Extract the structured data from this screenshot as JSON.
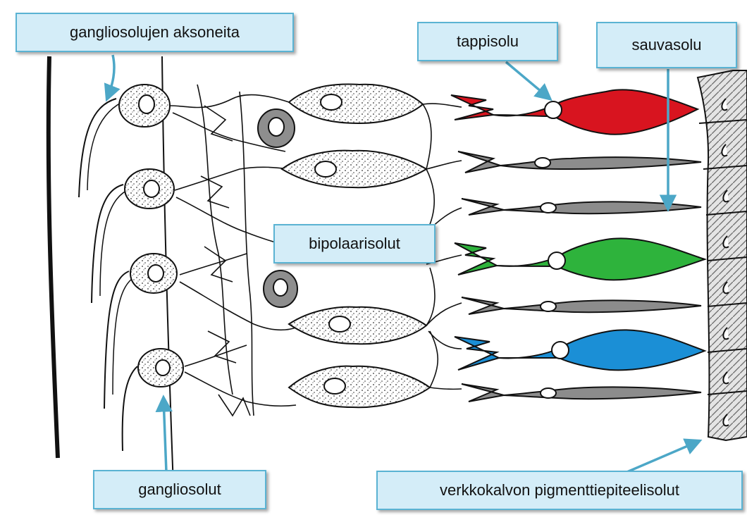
{
  "labels": {
    "ganglion_axons": "gangliosolujen aksoneita",
    "cone": "tappisolu",
    "rod": "sauvasolu",
    "bipolar": "bipolaarisolut",
    "ganglion_cells": "gangliosolut",
    "pigment_epithelium": "verkkokalvon pigmenttiepiteelisolut"
  },
  "colors": {
    "cone_red": "#d8141f",
    "cone_green": "#2eb33c",
    "cone_blue": "#1b8fd6",
    "rod_gray": "#8c8c8c",
    "arrow": "#4ca7c7",
    "label_fill": "#d4edf8"
  }
}
